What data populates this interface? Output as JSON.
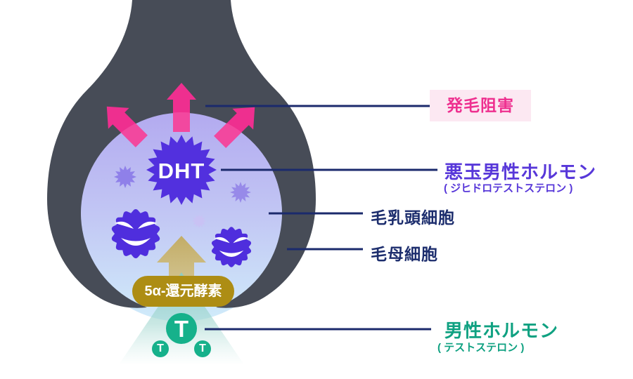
{
  "diagram": {
    "dht_text": "DHT",
    "enzyme_badge": "5α-還元酵素",
    "t_large": "T",
    "t_small_left": "T",
    "t_small_right": "T"
  },
  "labels": {
    "growth_inhibition": {
      "text": "発毛阻害"
    },
    "bad_hormone": {
      "title": "悪玉男性ホルモン",
      "subtitle": "( ジヒドロテストステロン )"
    },
    "papilla_cells": {
      "text": "毛乳頭細胞"
    },
    "matrix_cells": {
      "text": "毛母細胞"
    },
    "male_hormone": {
      "title": "男性ホルモン",
      "subtitle": "( テストステロン )"
    }
  },
  "colors": {
    "follicle_dark": "#474c57",
    "bulb_gradient_top": "#b3aaf0",
    "bulb_gradient_bottom": "#d0ecfa",
    "dht_purple": "#5230de",
    "star_light_purple": "#8f80e9",
    "star_pale_purple": "#c9c2f4",
    "arrow_pink": "#ee2f8f",
    "arrow_pink_light": "#f2489f",
    "label_pink_bg": "#fce8f2",
    "connector_navy": "#1b2a6c",
    "label_purple": "#5737d9",
    "label_green": "#0fa181",
    "testosterone_teal": "#16b18b",
    "enzyme_gold": "#ad8d14",
    "conversion_arrow_gold": "#c8b169",
    "cone_teal": "#8accc3"
  }
}
